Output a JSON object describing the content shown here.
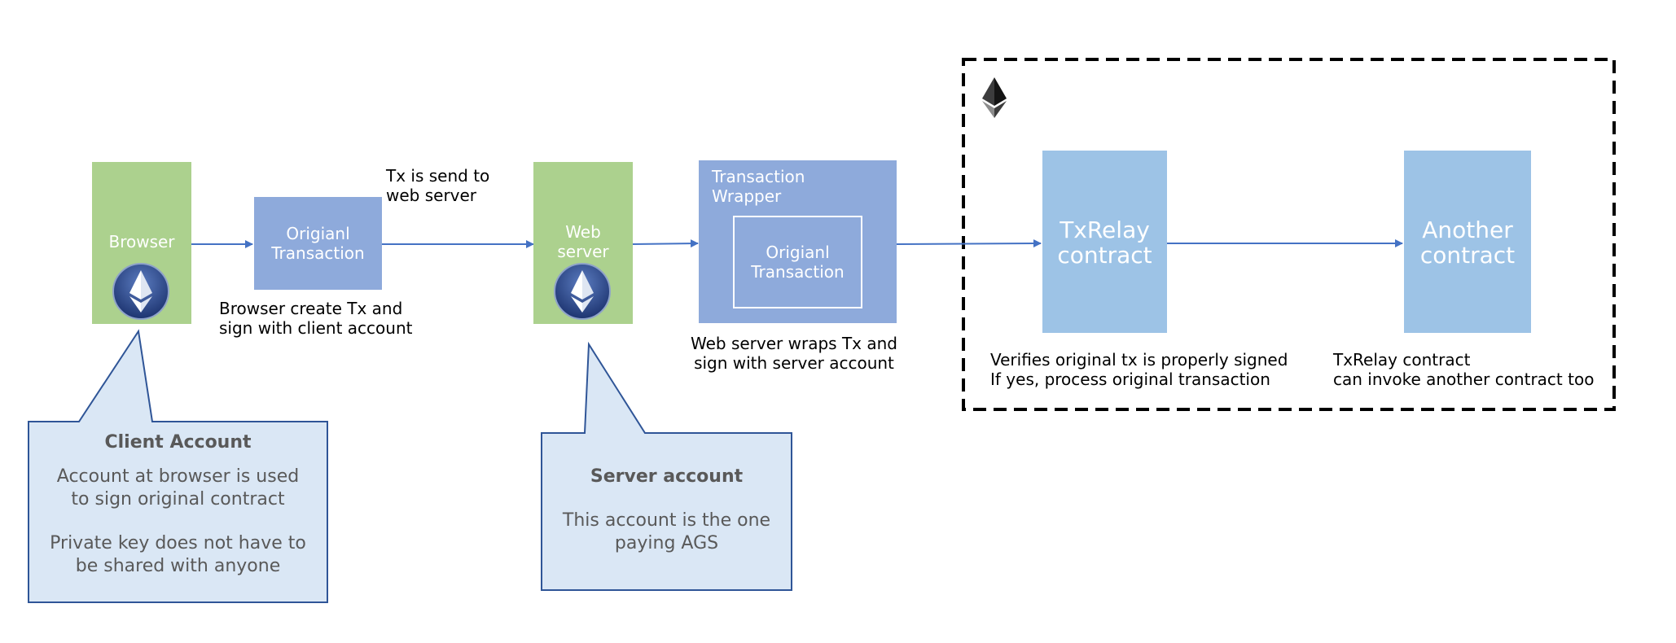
{
  "nodes": {
    "browser": "Browser",
    "original_tx_1": "Origianl\nTransaction",
    "web_server": "Web\nserver",
    "wrapper_title": "Transaction\nWrapper",
    "original_tx_2": "Origianl\nTransaction",
    "txrelay": "TxRelay\ncontract",
    "another": "Another\ncontract"
  },
  "captions": {
    "tx_send": [
      "Tx is send to",
      "web server"
    ],
    "browser_create": [
      "Browser create Tx and",
      "sign with client account"
    ],
    "server_wraps": [
      "Web server wraps Tx and",
      "sign with server account"
    ],
    "verifies": [
      "Verifies original tx is properly signed",
      "If yes, process original transaction"
    ],
    "txrelay_invoke": [
      "TxRelay contract",
      "can invoke another contract too"
    ]
  },
  "callouts": {
    "client": {
      "title": "Client Account",
      "line1": "Account at browser is used",
      "line2": "to sign original contract",
      "line3": "Private key does not have to",
      "line4": "be shared with anyone"
    },
    "server": {
      "title": "Server account",
      "line1": "This account is the one",
      "line2": "paying AGS"
    }
  },
  "icons": {
    "eth_coin": "ethereum-coin-icon",
    "eth_logo": "ethereum-logo-icon"
  },
  "colors": {
    "green": "#acd18e",
    "blue_mid": "#8eaadb",
    "blue_light": "#9dc3e6",
    "arrow": "#4472c4",
    "callout_fill": "#dae7f5",
    "callout_stroke": "#2f5597"
  }
}
